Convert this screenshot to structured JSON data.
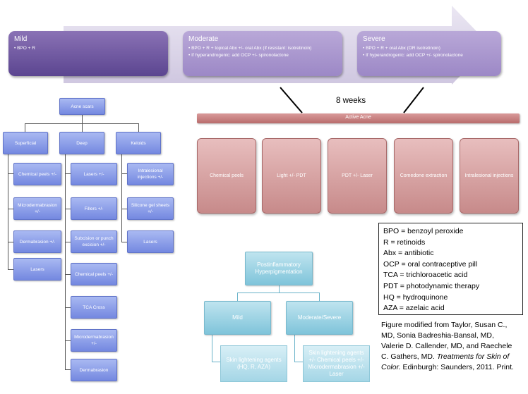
{
  "severity": {
    "mild": {
      "title": "Mild",
      "lines": [
        "• BPO + R"
      ]
    },
    "moderate": {
      "title": "Moderate",
      "lines": [
        "• BPO + R + topical Abx +/- oral Abx (if resistant: isotretinoin)",
        "• If hyperandrogenic: add OCP +/- spironolactone"
      ]
    },
    "severe": {
      "title": "Severe",
      "lines": [
        "• BPO + R + oral Abx (OR isotretinoin)",
        "• If hyperandrogenic: add OCP +/- spironolactone"
      ]
    }
  },
  "weeks_label": "8 weeks",
  "active_acne": {
    "label": "Active Acne",
    "treatments": [
      "Chemical peels",
      "Light +/- PDT",
      "PDT +/- Laser",
      "Comedone extraction",
      "Intralesional injections"
    ]
  },
  "acne_scars": {
    "root": "Acne scars",
    "superficial": {
      "label": "Superficial",
      "items": [
        "Chemical peels +/-",
        "Microdermabrasion +/-",
        "Dermabrasion +/-",
        "Lasers"
      ]
    },
    "deep": {
      "label": "Deep",
      "items": [
        "Lasers +/-",
        "Fillers +/-",
        "Subcision or punch excision +/-",
        "Chemical peels +/-",
        "TCA Cross",
        "Microdermabrasion +/-",
        "Dermabrasion"
      ]
    },
    "keloids": {
      "label": "Keloids",
      "items": [
        "Intralesional injections +/-",
        "Silicone gel sheets +/-",
        "Lasers"
      ]
    }
  },
  "pih": {
    "root": "Postinflammatory Hyperpigmentation",
    "mild": "Mild",
    "moderate_severe": "Moderate/Severe",
    "mild_tx": "Skin lightening agents (HQ, R, AZA)",
    "modsev_tx": "Skin lightening agents +/- Chemical peels +/- Microdermabrasion +/- Laser"
  },
  "legend": [
    "BPO = benzoyl peroxide",
    "R = retinoids",
    "Abx = antibiotic",
    "OCP = oral contraceptive pill",
    "TCA = trichloroacetic acid",
    "PDT = photodynamic therapy",
    "HQ = hydroquinone",
    "AZA = azelaic acid"
  ],
  "citation": {
    "authors": "Figure modified from Taylor, Susan C., MD, Sonia Badreshia-Bansal, MD, Valerie D. Callender, MD, and Raechele C. Gathers, MD.",
    "title": "Treatments for Skin of Color.",
    "publisher": "Edinburgh: Saunders, 2011. Print."
  },
  "colors": {
    "severity_dark": "#5b4590",
    "severity_light": "#a894cf",
    "arrow": "#ddd7eb",
    "active": "#c27e7e",
    "scars": "#8295e6",
    "pih": "#8ecfe2"
  }
}
